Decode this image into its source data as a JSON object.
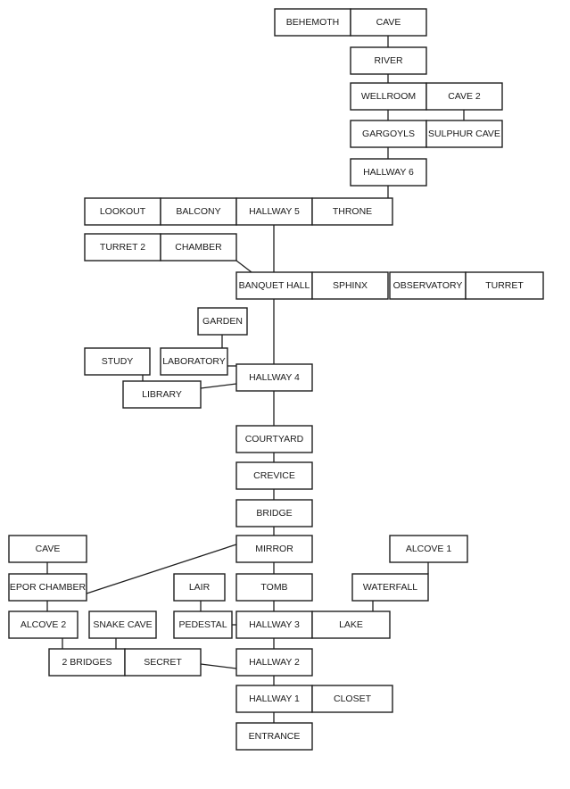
{
  "rooms": {
    "behemoth": "BEHEMOTH",
    "cave_top": "CAVE",
    "river": "RIVER",
    "wellroom": "WELLROOM",
    "cave2": "CAVE 2",
    "gargoyls": "GARGOYLS",
    "sulphur_cave": "SULPHUR CAVE",
    "hallway6": "HALLWAY 6",
    "lookout": "LOOKOUT",
    "balcony": "BALCONY",
    "hallway5": "HALLWAY 5",
    "throne": "THRONE",
    "turret2": "TURRET 2",
    "chamber": "CHAMBER",
    "banquet_hall": "BANQUET HALL",
    "sphinx": "SPHINX",
    "observatory": "OBSERVATORY",
    "turret": "TURRET",
    "garden": "GARDEN",
    "study": "STUDY",
    "laboratory": "LABORATORY",
    "hallway4": "HALLWAY 4",
    "library": "LIBRARY",
    "courtyard": "COURTYARD",
    "crevice": "CREVICE",
    "bridge": "BRIDGE",
    "cave_left": "CAVE",
    "mirror": "MIRROR",
    "alcove1": "ALCOVE 1",
    "epor_chamber": "EPOR CHAMBER",
    "lair": "LAIR",
    "tomb": "TOMB",
    "waterfall": "WATERFALL",
    "alcove2": "ALCOVE 2",
    "snake_cave": "SNAKE CAVE",
    "pedestal": "PEDESTAL",
    "hallway3": "HALLWAY 3",
    "lake": "LAKE",
    "two_bridges": "2 BRIDGES",
    "secret": "SECRET",
    "hallway2": "HALLWAY 2",
    "hallway1": "HALLWAY 1",
    "closet": "CLOSET",
    "entrance": "ENTRANCE"
  }
}
